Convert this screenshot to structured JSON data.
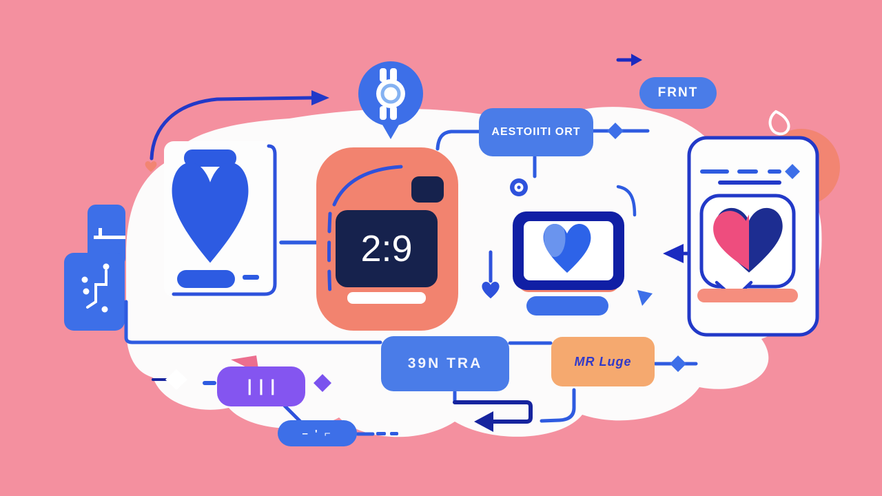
{
  "illustration": {
    "background_color": "#F4909F",
    "palette": {
      "line_blue": "#2E5BE0",
      "dark_blue": "#1B2BC0",
      "box_blue": "#4A7CE8",
      "navy": "#16224D",
      "coral": "#F2836F",
      "orange": "#F5A96F",
      "purple": "#8455F0",
      "heart_pink": "#EE4D7E",
      "heart_navy": "#1D2D91"
    },
    "badges": {
      "front_label": "FRNT"
    },
    "flow": {
      "output_label": "AESTOIITI ORT",
      "train_label": "39N TRA",
      "log_label": "MR Luge",
      "equalizer_label": "|||",
      "note_label": "– ' ⌐"
    },
    "smartwatch": {
      "time": "2:9"
    },
    "icons": [
      "smartwatch-pin-icon",
      "phone-heart-icon",
      "monitor-heart-icon",
      "card-heart-icon",
      "heart-arrowhead-icon",
      "teardrop-icon",
      "circuit-blocks-icon"
    ]
  }
}
